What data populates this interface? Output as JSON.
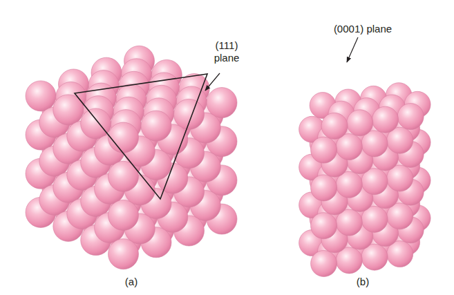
{
  "diagram": {
    "labels": [
      "(111) plane",
      "(0001) plane",
      "(a)",
      "(b)"
    ]
  }
}
